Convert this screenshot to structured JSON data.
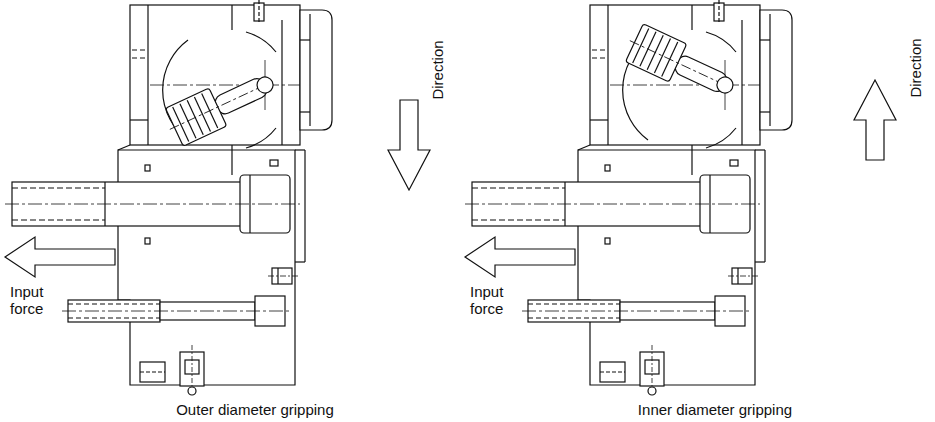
{
  "diagram": {
    "labels": [
      "Direction",
      "Input force",
      "Outer diameter gripping",
      "Direction",
      "Input force",
      "Inner diameter gripping"
    ]
  }
}
